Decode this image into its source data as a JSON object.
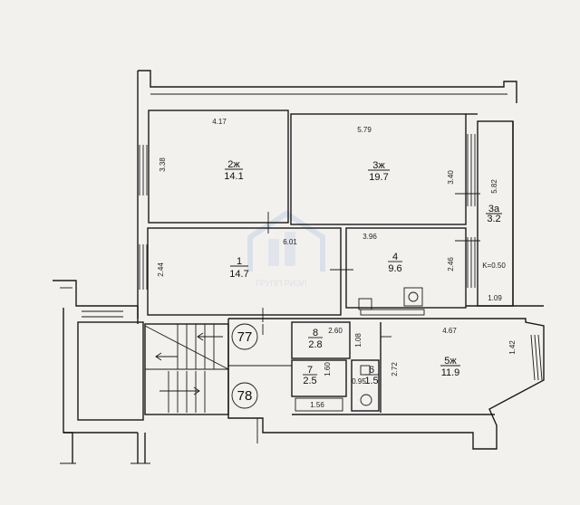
{
  "rooms": [
    {
      "id": "r2",
      "number": "2ж",
      "area": "14.1"
    },
    {
      "id": "r3",
      "number": "3ж",
      "area": "19.7"
    },
    {
      "id": "r3a",
      "number": "3а",
      "area": "3.2"
    },
    {
      "id": "r1",
      "number": "1",
      "area": "14.7"
    },
    {
      "id": "r4",
      "number": "4",
      "area": "9.6"
    },
    {
      "id": "r8",
      "number": "8",
      "area": "2.8"
    },
    {
      "id": "r7",
      "number": "7",
      "area": "2.5"
    },
    {
      "id": "r6",
      "number": "6",
      "area": "1.5"
    },
    {
      "id": "r5",
      "number": "5ж",
      "area": "11.9"
    }
  ],
  "dimensions": {
    "d417": "4.17",
    "d579": "5.79",
    "d338": "3.38",
    "d340": "3.40",
    "d582": "5.82",
    "d601": "6.01",
    "d396": "3.96",
    "d244": "2.44",
    "d246": "2.46",
    "dk": "K=0.50",
    "d109": "1.09",
    "d260": "2.60",
    "d108": "1.08",
    "d467": "4.67",
    "d142": "1.42",
    "d272": "2.72",
    "d160": "1.60",
    "d095": "0.95",
    "d156": "1.56"
  },
  "apartments": {
    "a77": "77",
    "a78": "78"
  },
  "watermark": {
    "line1": "ГРУПП РИЭЛ"
  }
}
